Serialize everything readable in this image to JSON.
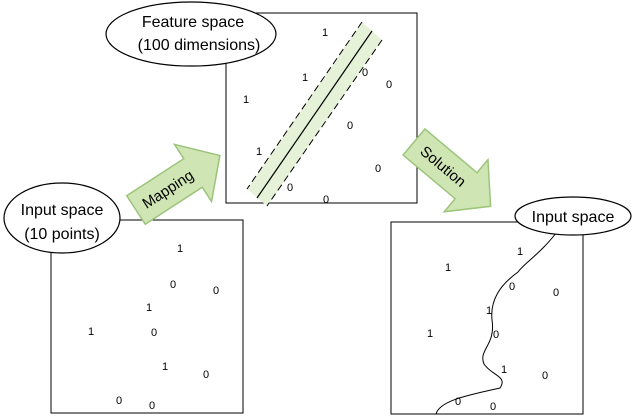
{
  "bubbles": {
    "feature": {
      "line1": "Feature space",
      "line2": "(100 dimensions)"
    },
    "input_left": {
      "line1": "Input space",
      "line2": "(10 points)"
    },
    "input_right": {
      "line1": "Input space"
    }
  },
  "arrows": {
    "mapping": "Mapping",
    "solution": "Solution"
  },
  "colors": {
    "arrow_fill": "#cfe6b4",
    "arrow_stroke": "#9cc47a",
    "band_fill": "#e6f2d8",
    "band_stroke": "#9cc47a",
    "line": "#000000"
  },
  "points": {
    "left": [
      "1",
      "0",
      "0",
      "1",
      "1",
      "0",
      "1",
      "0",
      "0",
      "0"
    ],
    "feature": [
      "1",
      "1",
      "0",
      "0",
      "1",
      "0",
      "1",
      "0",
      "0",
      "0"
    ],
    "right": [
      "1",
      "1",
      "0",
      "0",
      "1",
      "1",
      "0",
      "1",
      "0",
      "0",
      "0"
    ]
  }
}
